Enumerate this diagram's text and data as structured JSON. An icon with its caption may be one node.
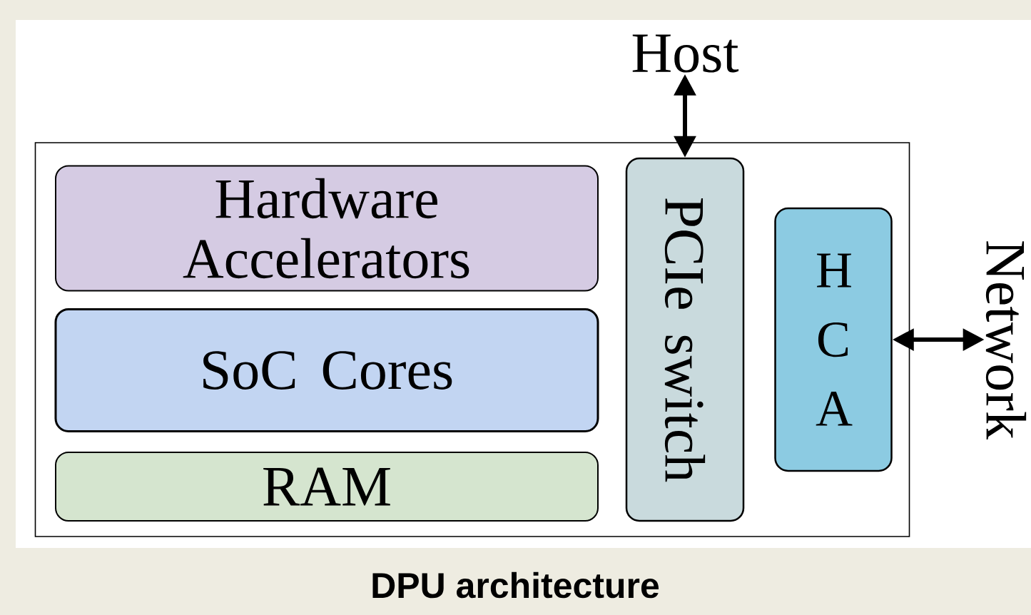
{
  "diagram": {
    "caption": "DPU architecture",
    "nodes": [
      {
        "text": [],
        "shape": "box"
      },
      {
        "text": [
          "Hardware Accelerators"
        ],
        "in": 0
      },
      {
        "text": [
          "SoC Cores"
        ],
        "in": 0
      },
      {
        "text": [
          "RAM"
        ],
        "in": 0
      },
      {
        "text": [
          "PCIe switch"
        ],
        "in": 0
      },
      {
        "text": [
          "H C A"
        ],
        "in": 0
      },
      {
        "text": [
          "Host"
        ]
      },
      {
        "text": [
          "Network"
        ]
      }
    ],
    "edges": [
      {
        "from": 6,
        "to": 4,
        "arrow": "both"
      },
      {
        "from": 5,
        "to": 7,
        "arrow": "both"
      }
    ]
  }
}
